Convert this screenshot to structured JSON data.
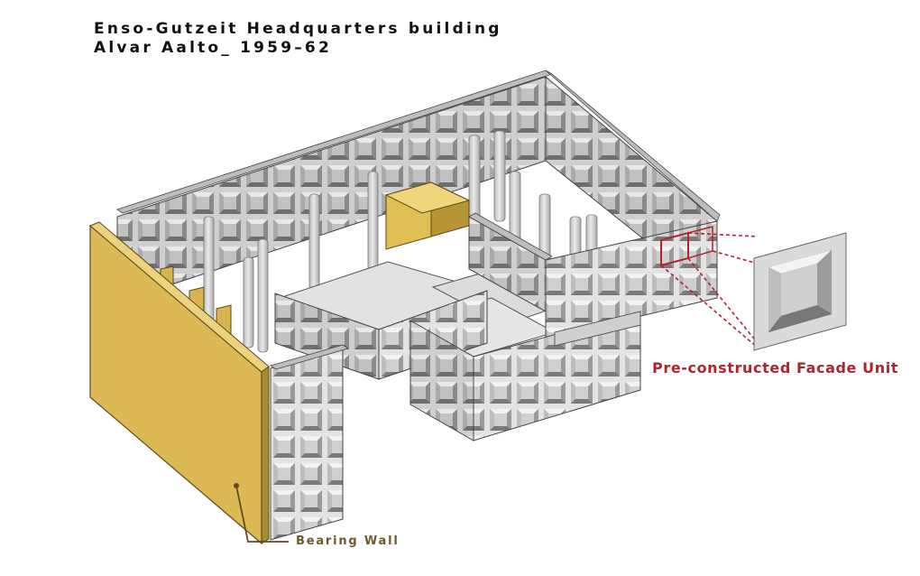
{
  "title": {
    "line1": "Enso-Gutzeit Headquarters building",
    "line2": "Alvar Aalto_ 1959–62"
  },
  "annotations": {
    "facade_unit": "Pre-constructed Facade Unit",
    "bearing_wall": "Bearing Wall"
  },
  "colors": {
    "facade_label": "#b0242b",
    "wall_label": "#6b5a2a",
    "bearing_wall": "#d9b552",
    "facade_face": "#d6d6d6",
    "window_recess": "#8d8d8d",
    "slab": "#e4e4e4",
    "column": "#cdcdcd",
    "leader_red": "#b0242b",
    "leader_wall": "#5e4b25"
  }
}
